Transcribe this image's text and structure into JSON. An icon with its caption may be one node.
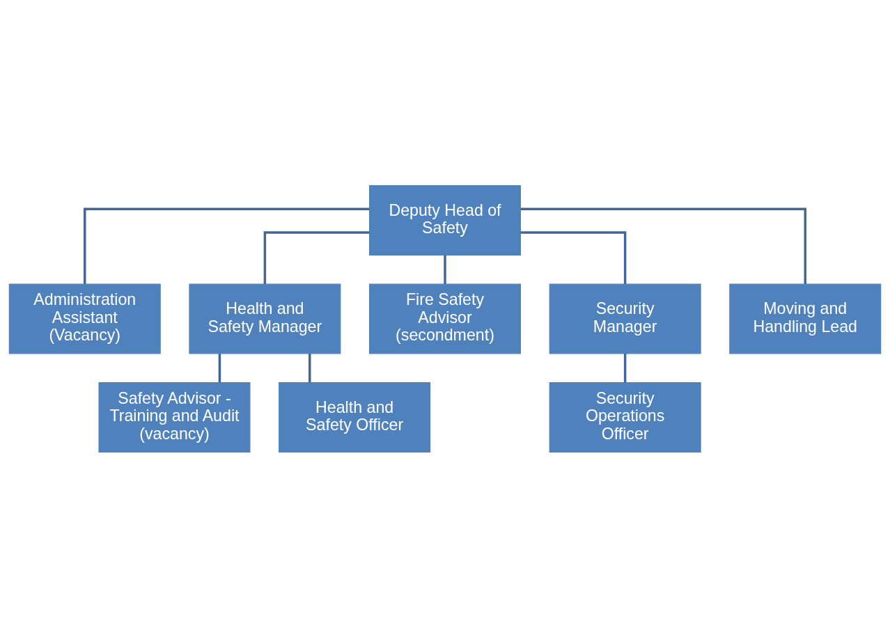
{
  "diagram": {
    "nodes": [
      {
        "text": [
          "Deputy Head of Safety"
        ]
      },
      {
        "text": [
          "Administration Assistant (Vacancy)"
        ]
      },
      {
        "text": [
          "Health and Safety Manager"
        ]
      },
      {
        "text": [
          "Fire Safety Advisor (secondment)"
        ]
      },
      {
        "text": [
          "Security Manager"
        ]
      },
      {
        "text": [
          "Moving and Handling Lead"
        ]
      },
      {
        "text": [
          "Safety Advisor - Training and Audit (vacancy)"
        ]
      },
      {
        "text": [
          "Health and Safety Officer"
        ]
      },
      {
        "text": [
          "Security Operations Officer"
        ]
      }
    ],
    "edges": [
      {
        "from": 0,
        "to": 1,
        "arrow": "none"
      },
      {
        "from": 0,
        "to": 2,
        "arrow": "none"
      },
      {
        "from": 0,
        "to": 3,
        "arrow": "none"
      },
      {
        "from": 0,
        "to": 4,
        "arrow": "none"
      },
      {
        "from": 0,
        "to": 5,
        "arrow": "none"
      },
      {
        "from": 2,
        "to": 6,
        "arrow": "none"
      },
      {
        "from": 2,
        "to": 7,
        "arrow": "none"
      },
      {
        "from": 4,
        "to": 8,
        "arrow": "none"
      }
    ]
  }
}
